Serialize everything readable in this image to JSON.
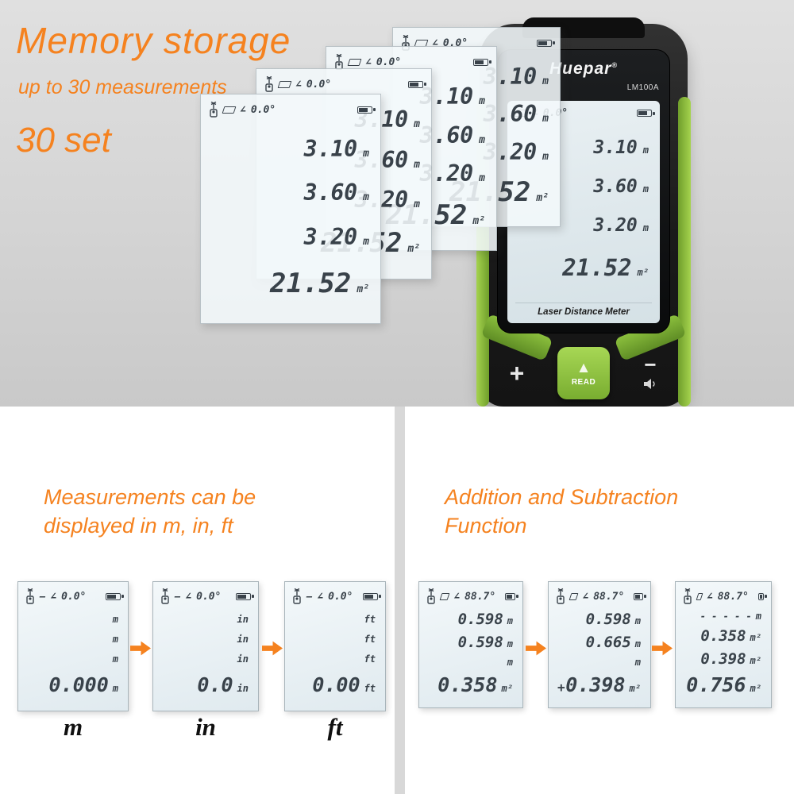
{
  "symbols": {
    "angle": "∠",
    "dash": "—",
    "plus": "+",
    "minus": "−"
  },
  "device": {
    "logo": "Huepar",
    "logo_reg": "®",
    "model": "LM100A",
    "screen_label": "Laser Distance Meter",
    "read_label": "READ"
  },
  "top": {
    "title": "Memory storage",
    "subtitle": "up to 30 measurements",
    "set_label": "30 set",
    "angle": "0.0°",
    "rows": [
      {
        "value": "3.10",
        "unit": "m"
      },
      {
        "value": "3.60",
        "unit": "m"
      },
      {
        "value": "3.20",
        "unit": "m"
      },
      {
        "value": "21.52",
        "unit": "m²"
      }
    ]
  },
  "bottom_left": {
    "heading_line1": "Measurements can be",
    "heading_line2": "displayed in m, in, ft",
    "panels": [
      {
        "angle": "0.0°",
        "unit_rows": [
          "m",
          "m",
          "m"
        ],
        "big": "0.000",
        "big_unit": "m",
        "label": "m"
      },
      {
        "angle": "0.0°",
        "unit_rows": [
          "in",
          "in",
          "in"
        ],
        "big": "0.0",
        "big_unit": "in",
        "label": "in"
      },
      {
        "angle": "0.0°",
        "unit_rows": [
          "ft",
          "ft",
          "ft"
        ],
        "big": "0.00",
        "big_unit": "ft",
        "label": "ft"
      }
    ]
  },
  "bottom_right": {
    "heading_line1": "Addition and Subtraction",
    "heading_line2": "Function",
    "panels": [
      {
        "angle": "88.7°",
        "rows": [
          {
            "value": "0.598",
            "unit": "m"
          },
          {
            "value": "0.598",
            "unit": "m"
          }
        ],
        "pre_unit": "m",
        "big_prefix": "",
        "big": "0.358",
        "big_unit": "m²"
      },
      {
        "angle": "88.7°",
        "rows": [
          {
            "value": "0.598",
            "unit": "m"
          },
          {
            "value": "0.665",
            "unit": "m"
          }
        ],
        "pre_unit": "m",
        "big_prefix": "+",
        "big": "0.398",
        "big_unit": "m²"
      },
      {
        "angle": "88.7°",
        "rows": [
          {
            "value": "- - - - -",
            "unit": "m"
          },
          {
            "value": "0.358",
            "unit": "m²"
          },
          {
            "value": "0.398",
            "unit": "m²"
          }
        ],
        "pre_unit": "",
        "big_prefix": "",
        "big": "0.756",
        "big_unit": "m²"
      }
    ]
  },
  "colors": {
    "accent": "#f5821f",
    "green": "#8cc63e"
  }
}
